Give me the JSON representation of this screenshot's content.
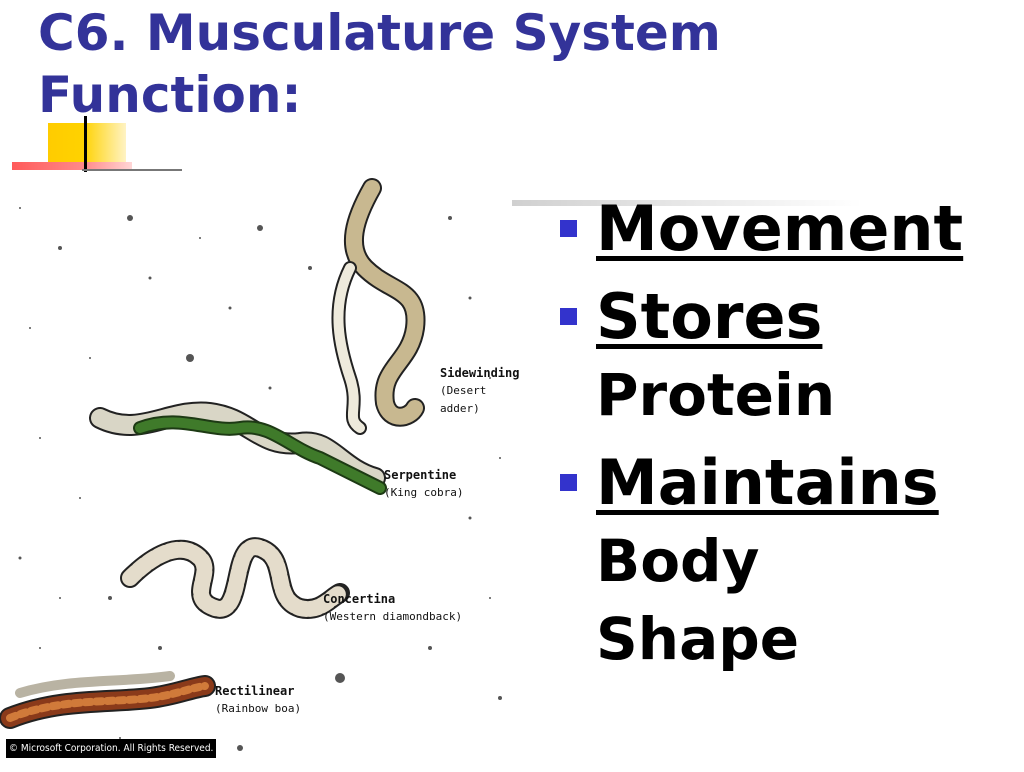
{
  "slide": {
    "title": "C6.  Musculature System Function:",
    "title_color": "#333399",
    "accent_colors": {
      "yellow": "#ffcc00",
      "red": "#ff5a5a",
      "bullet": "#3333cc"
    }
  },
  "illustration": {
    "credit": "© Microsoft Corporation. All Rights Reserved.",
    "labels": [
      {
        "name": "Sidewinding",
        "sub": "(Desert adder)"
      },
      {
        "name": "Serpentine",
        "sub": "(King cobra)"
      },
      {
        "name": "Concertina",
        "sub": "(Western diamondback)"
      },
      {
        "name": "Rectilinear",
        "sub": "(Rainbow boa)"
      }
    ]
  },
  "bullets": [
    {
      "title": "Movement",
      "lines": []
    },
    {
      "title": "Stores",
      "lines": [
        "Protein"
      ]
    },
    {
      "title": "Maintains",
      "lines": [
        "Body",
        "Shape"
      ]
    }
  ]
}
